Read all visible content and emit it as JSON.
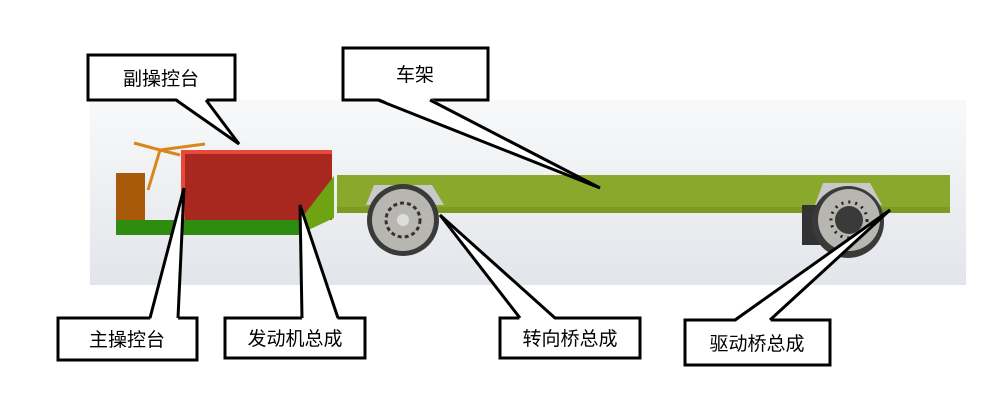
{
  "labels": {
    "aux_console": "副操控台",
    "frame": "车架",
    "main_console": "主操控台",
    "engine": "发动机总成",
    "steering_axle": "转向桥总成",
    "drive_axle": "驱动桥总成"
  },
  "colors": {
    "frame": "#8aa82c",
    "engine": "#a8281f",
    "engine_top": "#e84a3a",
    "seat": "#a85a0a",
    "base": "#2e8c10",
    "wheel": "#b8b6b0",
    "wheel_rim": "#3a3a3a",
    "background": "#e8eaee"
  }
}
